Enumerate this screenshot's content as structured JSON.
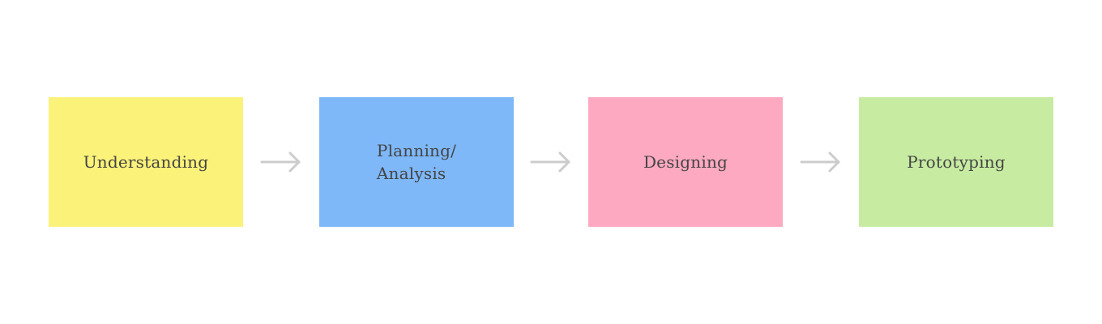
{
  "steps": [
    {
      "label": "Understanding",
      "color": "#fbf279"
    },
    {
      "label": "Planning/\nAnalysis",
      "color": "#7eb8f9"
    },
    {
      "label": "Designing",
      "color": "#fca9c1"
    },
    {
      "label": "Prototyping",
      "color": "#c7eca1"
    }
  ],
  "arrow": {
    "icon": "arrow-right-icon",
    "color": "#cccccc"
  }
}
